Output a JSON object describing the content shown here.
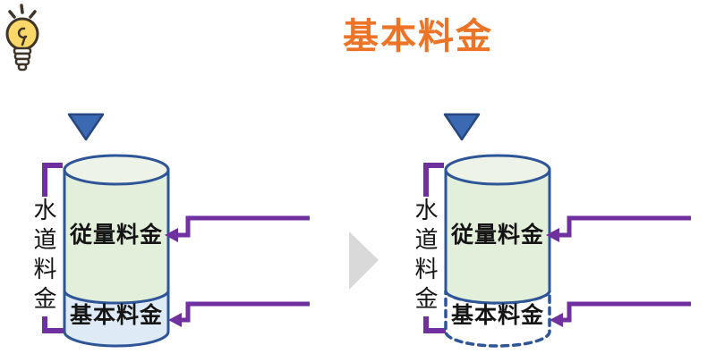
{
  "title": {
    "text": "基本料金",
    "color": "#ED7427"
  },
  "lightbulb": {
    "icon": "lightbulb-icon"
  },
  "transition": {
    "shape": "right-triangle-arrow",
    "color": "#D9D9D9"
  },
  "diagram_left": {
    "marker_icon": "down-triangle-icon",
    "axis_label": "水道料金",
    "top_section": {
      "label": "従量料金",
      "fill": "#E2EFDA",
      "border_style": "solid"
    },
    "bottom_section": {
      "label": "基本料金",
      "fill": "#DEEBF7",
      "border_style": "solid"
    }
  },
  "diagram_right": {
    "marker_icon": "down-triangle-icon",
    "axis_label": "水道料金",
    "top_section": {
      "label": "従量料金",
      "fill": "#E2EFDA",
      "border_style": "solid"
    },
    "bottom_section": {
      "label": "基本料金",
      "fill": "#FFFFFF",
      "border_style": "dashed"
    }
  },
  "colors": {
    "accent_purple": "#7030A0",
    "cylinder_border": "#2E5597",
    "marker_blue": "#3B6AB3",
    "title_orange": "#ED7427",
    "arrow_gray": "#D9D9D9",
    "section_green": "#E2EFDA",
    "section_blue": "#DEEBF7"
  }
}
